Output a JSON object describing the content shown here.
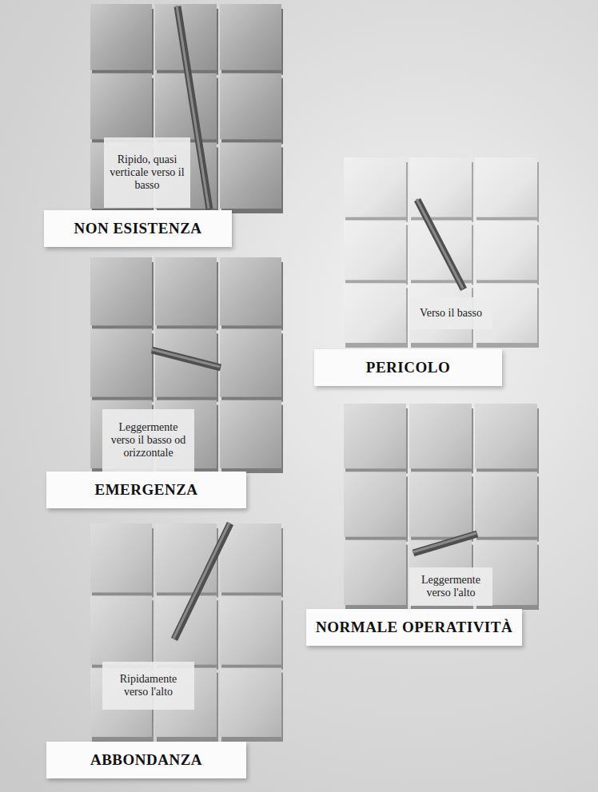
{
  "diagram": {
    "nodes": [
      {
        "text": [
          "Ripido, quasi verticale verso il basso"
        ]
      },
      {
        "text": [
          "NON ESISTENZA"
        ]
      },
      {
        "text": [
          "Verso il basso"
        ]
      },
      {
        "text": [
          "PERICOLO"
        ]
      },
      {
        "text": [
          "Leggermente verso il basso od orizzontale"
        ]
      },
      {
        "text": [
          "EMERGENZA"
        ]
      },
      {
        "text": [
          "Leggermente verso l'alto"
        ]
      },
      {
        "text": [
          "NORMALE OPERATIVITÀ"
        ]
      },
      {
        "text": [
          "Ripidamente verso l'alto"
        ]
      },
      {
        "text": [
          "ABBONDANZA"
        ]
      }
    ]
  }
}
